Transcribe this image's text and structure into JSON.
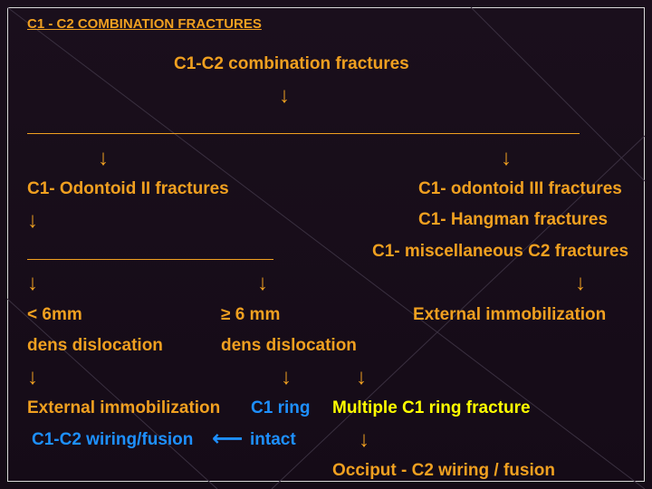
{
  "slide": {
    "title": "C1 - C2 COMBINATION FRACTURES",
    "root": "C1-C2 combination fractures",
    "left_branch": "C1- Odontoid II fractures",
    "right_branch": {
      "line1": "C1- odontoid III fractures",
      "line2": "C1- Hangman fractures",
      "line3": "C1- miscellaneous C2 fractures",
      "treatment": "External immobilization"
    },
    "lt6": {
      "line1": "< 6mm",
      "line2": "dens dislocation",
      "treatment": "External immobilization"
    },
    "ge6": {
      "line1": "≥  6 mm",
      "line2": "dens dislocation",
      "c1_ring_label": "C1 ring",
      "intact_label": "intact",
      "wiring": "C1-C2 wiring/fusion",
      "multiple": "Multiple C1 ring fracture",
      "occiput": "Occiput - C2 wiring / fusion"
    },
    "arrow_down": "↓",
    "arrow_left": "⟵"
  },
  "colors": {
    "background": "#1a0f1c",
    "orange": "#f0a020",
    "blue": "#1e90ff",
    "yellow": "#ffff00"
  }
}
